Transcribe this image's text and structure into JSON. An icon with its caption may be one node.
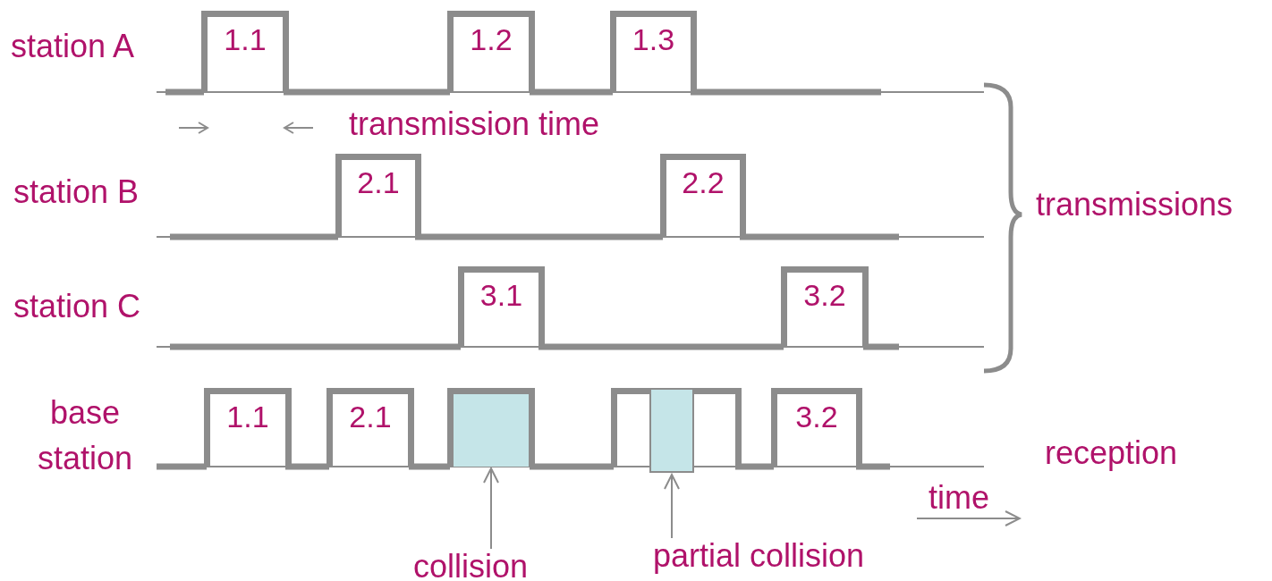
{
  "diagram": {
    "nodes": [
      {
        "text": [
          "1.1"
        ]
      },
      {
        "text": [
          "1.2"
        ]
      },
      {
        "text": [
          "1.3"
        ]
      },
      {
        "text": [
          "2.1"
        ]
      },
      {
        "text": [
          "2.2"
        ]
      },
      {
        "text": [
          "3.1"
        ]
      },
      {
        "text": [
          "3.2"
        ]
      },
      {
        "text": [
          "1.1"
        ]
      },
      {
        "text": [
          "2.1"
        ]
      },
      {
        "text": [],
        "shape": "box"
      },
      {
        "text": [],
        "shape": "box"
      },
      {
        "text": [],
        "shape": "box",
        "in": 10
      },
      {
        "text": [
          "3.2"
        ]
      },
      {
        "text": [
          "collision"
        ]
      },
      {
        "text": [
          "partial collision"
        ]
      }
    ],
    "edges": [
      {
        "from": 13,
        "to": 9,
        "arrow": "to"
      },
      {
        "from": 14,
        "to": 11,
        "arrow": "to"
      }
    ],
    "labels": [
      "station A",
      "transmission time",
      "station B",
      "transmissions",
      "station C",
      "base station",
      "reception",
      "time"
    ]
  }
}
